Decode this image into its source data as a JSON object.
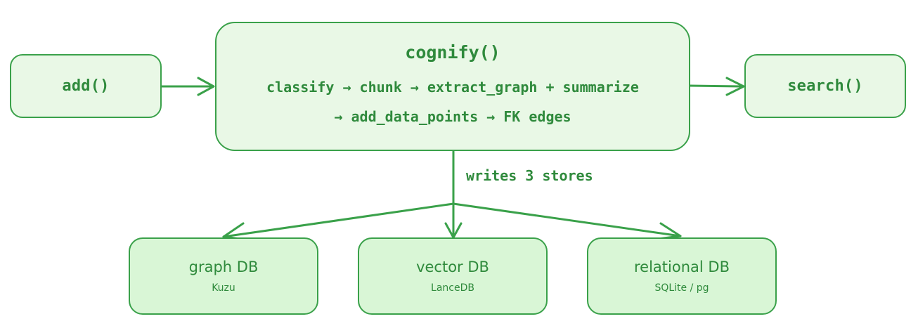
{
  "nodes": {
    "add": {
      "label": "add()"
    },
    "cognify": {
      "title": "cognify()",
      "line1": "classify → chunk → extract_graph + summarize",
      "line2": "→ add_data_points → FK edges"
    },
    "search": {
      "label": "search()"
    },
    "graph_db": {
      "title": "graph DB",
      "subtitle": "Kuzu"
    },
    "vector_db": {
      "title": "vector DB",
      "subtitle": "LanceDB"
    },
    "relational_db": {
      "title": "relational DB",
      "subtitle": "SQLite / pg"
    }
  },
  "edges": {
    "writes_label": "writes 3 stores"
  },
  "colors": {
    "stroke": "#3aa14a",
    "text": "#2f8a3c",
    "fill": "#e9f8e6",
    "store_fill": "#d9f6d6"
  }
}
